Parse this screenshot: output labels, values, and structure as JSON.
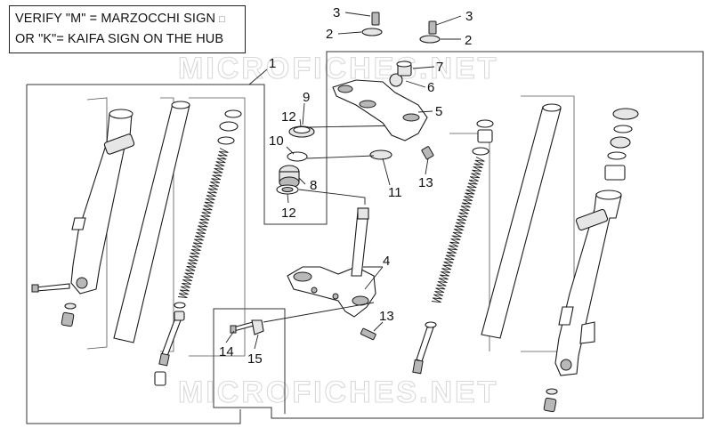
{
  "note": {
    "line1": "VERIFY \"M\" = MARZOCCHI SIGN",
    "line2": "OR \"K\"= KAIFA SIGN ON THE HUB",
    "checkbox_glyph": "□"
  },
  "watermark": "MICROFICHES.NET",
  "callouts": {
    "c1": "1",
    "c2a": "2",
    "c2b": "2",
    "c3a": "3",
    "c3b": "3",
    "c4": "4",
    "c5": "5",
    "c6": "6",
    "c7": "7",
    "c8": "8",
    "c9": "9",
    "c10": "10",
    "c11": "11",
    "c12a": "12",
    "c12b": "12",
    "c13a": "13",
    "c13b": "13",
    "c14": "14",
    "c15": "15"
  }
}
